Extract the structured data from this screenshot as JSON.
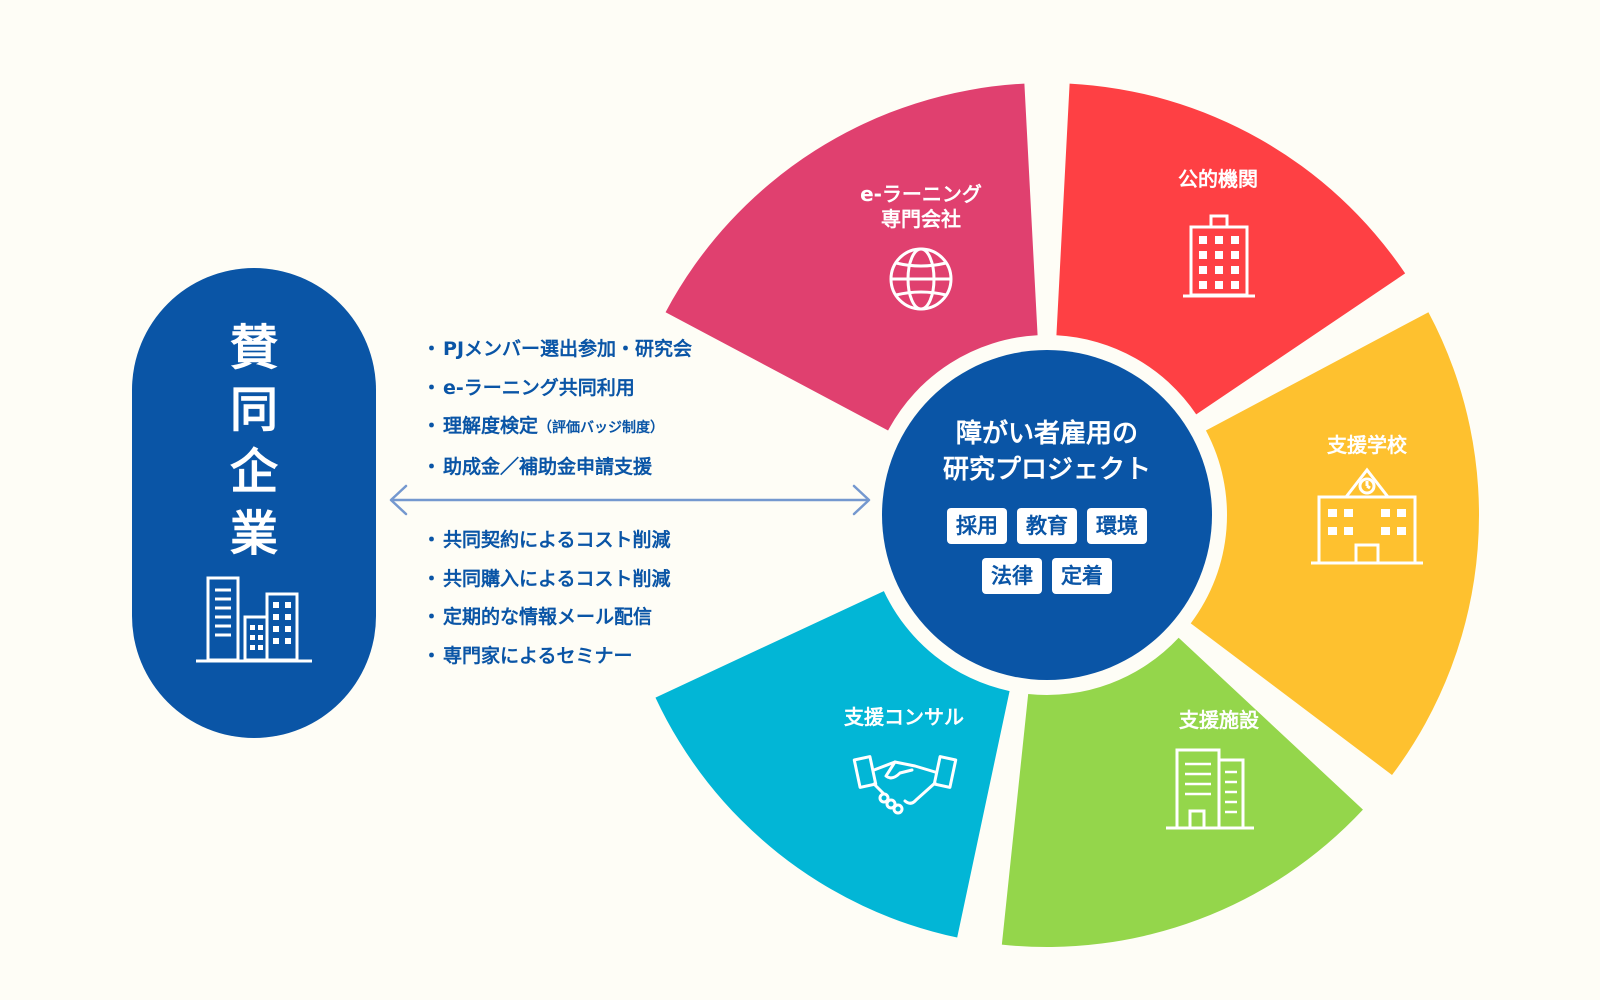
{
  "left_block": {
    "title_chars": [
      "賛",
      "同",
      "企",
      "業"
    ],
    "icon": "office-buildings-icon"
  },
  "benefits_upper": [
    "PJメンバー選出参加・研究会",
    "e-ラーニング共同利用",
    "理解度検定",
    "助成金／補助金申請支援"
  ],
  "benefits_upper_note": "（評価バッジ制度）",
  "benefits_lower": [
    "共同契約によるコスト削減",
    "共同購入によるコスト削減",
    "定期的な情報メール配信",
    "専門家によるセミナー"
  ],
  "connector_icon": "double-arrow-icon",
  "center": {
    "title_line1": "障がい者雇用の",
    "title_line2": "研究プロジェクト",
    "tags_row1": [
      "採用",
      "教育",
      "環境"
    ],
    "tags_row2": [
      "法律",
      "定着"
    ]
  },
  "segments": [
    {
      "label": "e-ラーニング\n専門会社",
      "icon": "globe-icon",
      "color": "#e0406f"
    },
    {
      "label": "公的機関",
      "icon": "office-building-icon",
      "color": "#fe4044"
    },
    {
      "label": "支援学校",
      "icon": "school-icon",
      "color": "#fec12f"
    },
    {
      "label": "支援施設",
      "icon": "facility-building-icon",
      "color": "#94d64b"
    },
    {
      "label": "支援コンサル",
      "icon": "handshake-icon",
      "color": "#02b6d6"
    }
  ],
  "colors": {
    "brand_blue": "#0a55a6",
    "background": "#fefdf6",
    "arrow": "#7498cf"
  }
}
